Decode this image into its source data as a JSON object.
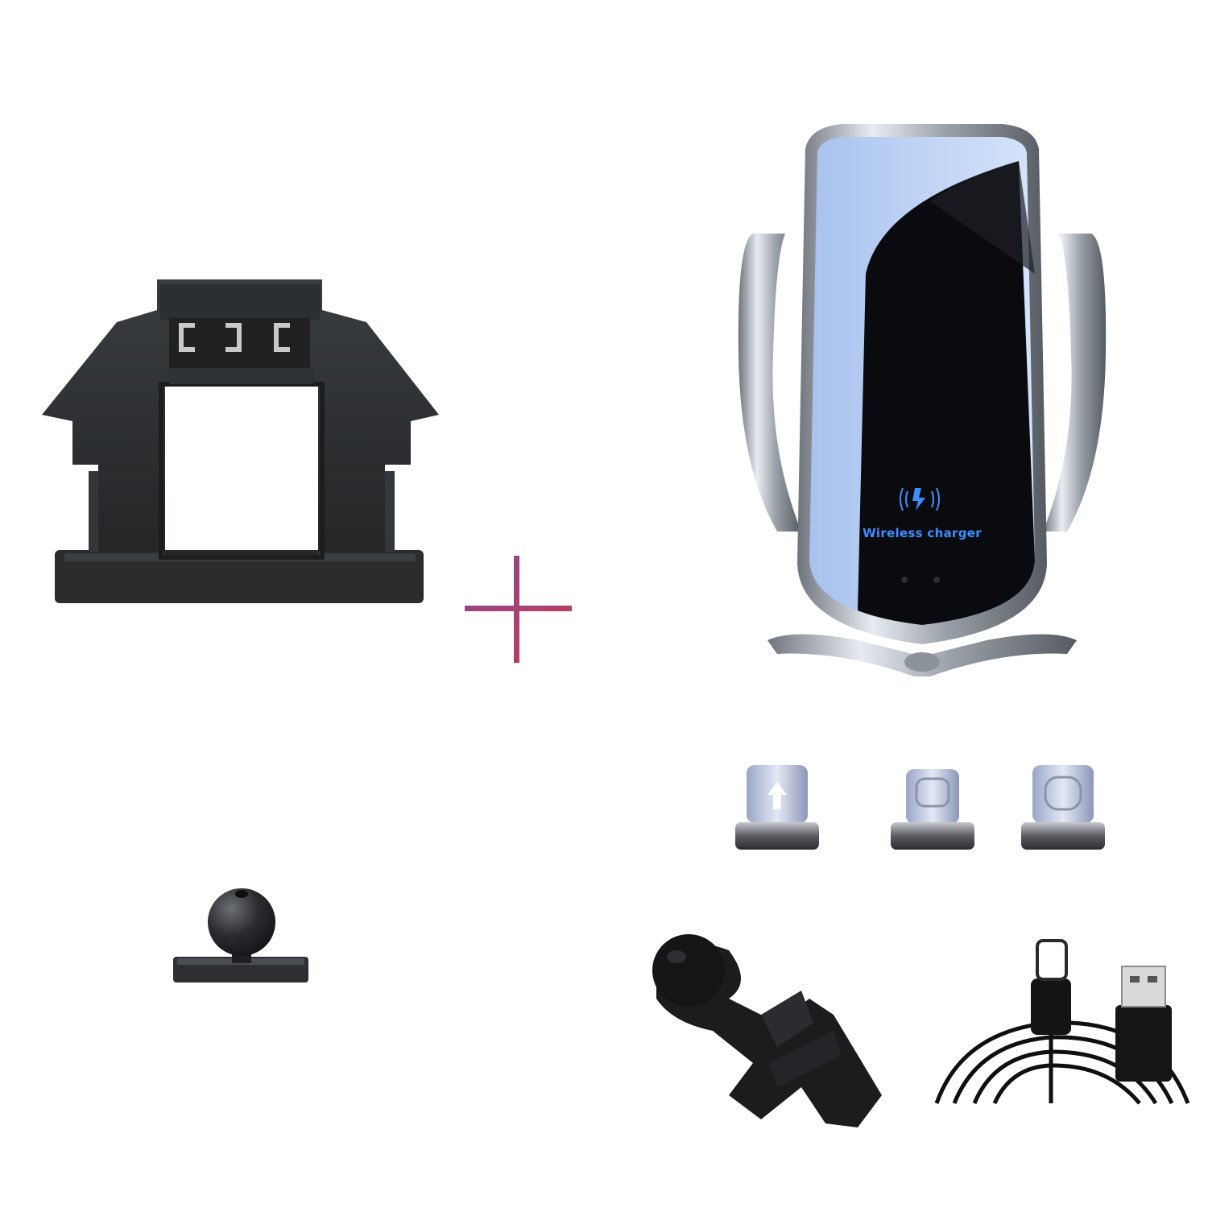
{
  "product_image": {
    "charger": {
      "label": "Wireless charger",
      "label_color": "#3f8cff"
    },
    "plus_sign_color": "#b0446a",
    "tips": [
      "lightning-tip",
      "micro-usb-tip",
      "usb-c-tip"
    ]
  }
}
